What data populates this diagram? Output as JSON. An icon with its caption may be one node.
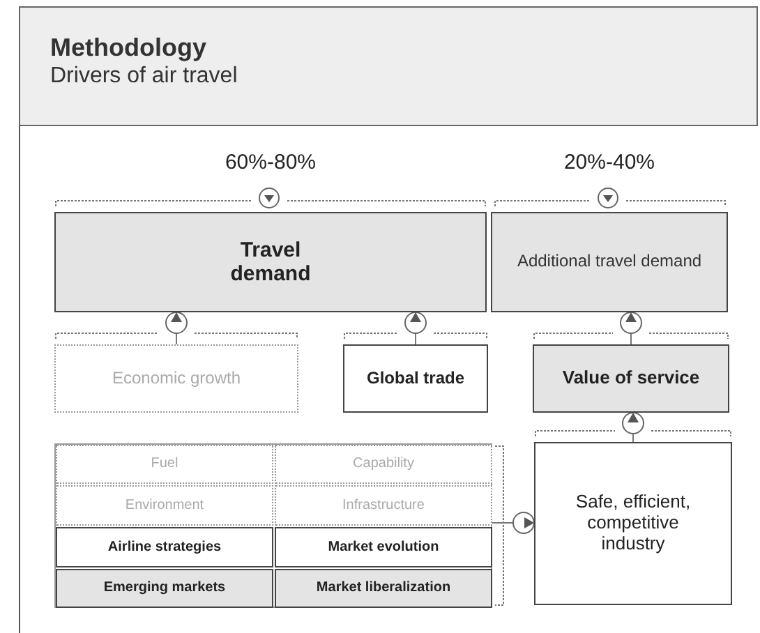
{
  "diagram": {
    "title": "Methodology",
    "nodes": [
      {
        "text": [
          "Travel demand"
        ],
        "beside": [
          "60%-80%"
        ]
      },
      {
        "text": [
          "Additional travel demand"
        ],
        "beside": [
          "20%-40%"
        ]
      },
      {
        "text": [
          "Economic growth"
        ]
      },
      {
        "text": [
          "Global trade"
        ]
      },
      {
        "text": [
          "Value of service"
        ]
      },
      {
        "text": [
          "Safe, efficient, competitive industry"
        ]
      },
      {
        "text": [],
        "shape": "box"
      },
      {
        "text": [
          "Fuel"
        ],
        "in": 6
      },
      {
        "text": [
          "Capability"
        ],
        "in": 6
      },
      {
        "text": [
          "Environment"
        ],
        "in": 6
      },
      {
        "text": [
          "Infrastructure"
        ],
        "in": 6
      },
      {
        "text": [
          "Airline strategies"
        ],
        "in": 6
      },
      {
        "text": [
          "Market evolution"
        ],
        "in": 6
      },
      {
        "text": [
          "Emerging markets"
        ],
        "in": 6
      },
      {
        "text": [
          "Market liberalization"
        ],
        "in": 6
      }
    ],
    "edges": [
      {
        "from": 2,
        "to": 0,
        "arrow": "to"
      },
      {
        "from": 3,
        "to": 0,
        "arrow": "to"
      },
      {
        "from": 4,
        "to": 1,
        "arrow": "to"
      },
      {
        "from": 5,
        "to": 4,
        "arrow": "to"
      },
      {
        "from": 6,
        "to": 5,
        "arrow": "to"
      }
    ],
    "labels": [
      "Drivers of air travel"
    ]
  }
}
